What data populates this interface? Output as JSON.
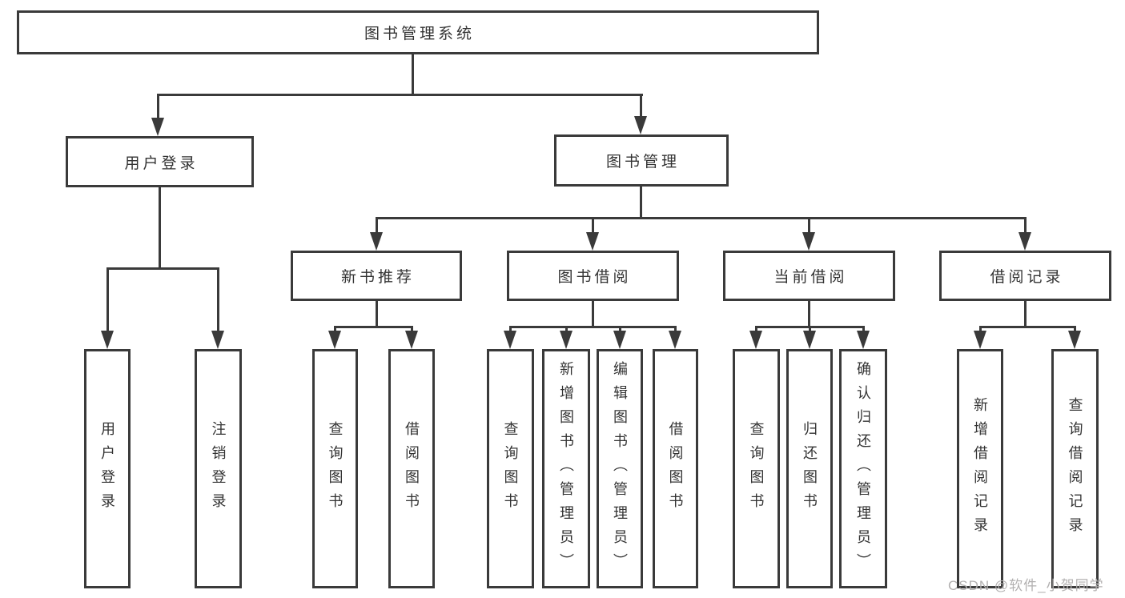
{
  "colors": {
    "line": "#3a3a3a",
    "text": "#333333",
    "background": "#ffffff",
    "watermark": "#b2b0b0"
  },
  "watermark": {
    "text": "CSDN @软件_小贺同学"
  },
  "tree": {
    "label": "图书管理系统",
    "children": [
      {
        "label": "用户登录",
        "children": [
          {
            "label": "用户登录"
          },
          {
            "label": "注销登录"
          }
        ]
      },
      {
        "label": "图书管理",
        "children": [
          {
            "label": "新书推荐",
            "children": [
              {
                "label": "查询图书"
              },
              {
                "label": "借阅图书"
              }
            ]
          },
          {
            "label": "图书借阅",
            "children": [
              {
                "label": "查询图书"
              },
              {
                "label": "新增图书（管理员）"
              },
              {
                "label": "编辑图书（管理员）"
              },
              {
                "label": "借阅图书"
              }
            ]
          },
          {
            "label": "当前借阅",
            "children": [
              {
                "label": "查询图书"
              },
              {
                "label": "归还图书"
              },
              {
                "label": "确认归还（管理员）"
              }
            ]
          },
          {
            "label": "借阅记录",
            "children": [
              {
                "label": "新增借阅记录"
              },
              {
                "label": "查询借阅记录"
              }
            ]
          }
        ]
      }
    ]
  }
}
